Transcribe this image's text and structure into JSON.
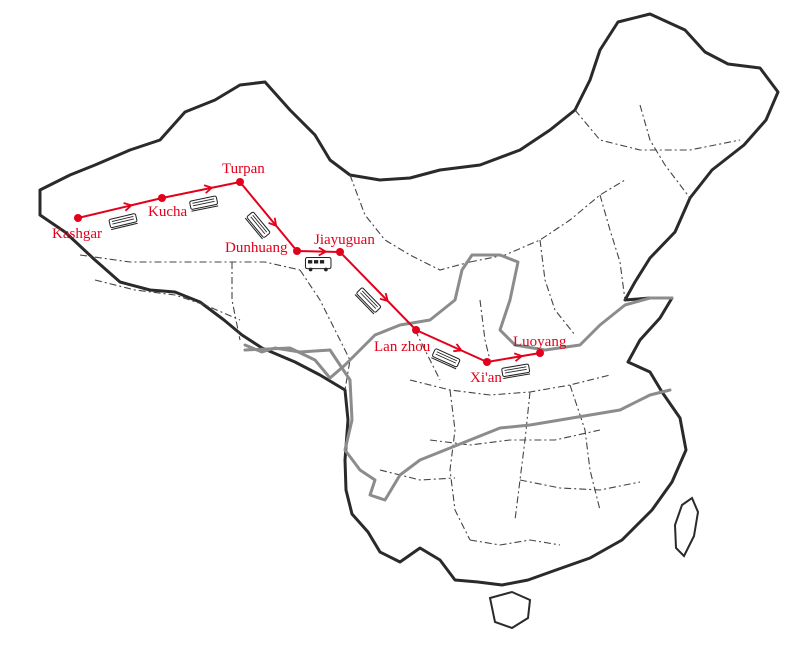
{
  "map": {
    "route_color": "#e3001b",
    "river_color": "#8c8c8c",
    "border_color": "#2a2a2a",
    "cities": [
      {
        "id": "kashgar",
        "label": "Kashgar"
      },
      {
        "id": "kucha",
        "label": "Kucha"
      },
      {
        "id": "turpan",
        "label": "Turpan"
      },
      {
        "id": "dunhuang",
        "label": "Dunhuang"
      },
      {
        "id": "jiayuguan",
        "label": "Jiayuguan"
      },
      {
        "id": "lanzhou",
        "label": "Lan zhou"
      },
      {
        "id": "xian",
        "label": "Xi'an"
      },
      {
        "id": "luoyang",
        "label": "Luoyang"
      }
    ],
    "segments": [
      {
        "from": "kashgar",
        "to": "kucha",
        "transport": "train"
      },
      {
        "from": "kucha",
        "to": "turpan",
        "transport": "train"
      },
      {
        "from": "turpan",
        "to": "dunhuang",
        "transport": "train"
      },
      {
        "from": "dunhuang",
        "to": "jiayuguan",
        "transport": "bus"
      },
      {
        "from": "jiayuguan",
        "to": "lanzhou",
        "transport": "train"
      },
      {
        "from": "lanzhou",
        "to": "xian",
        "transport": "train"
      },
      {
        "from": "xian",
        "to": "luoyang",
        "transport": "train"
      }
    ]
  }
}
